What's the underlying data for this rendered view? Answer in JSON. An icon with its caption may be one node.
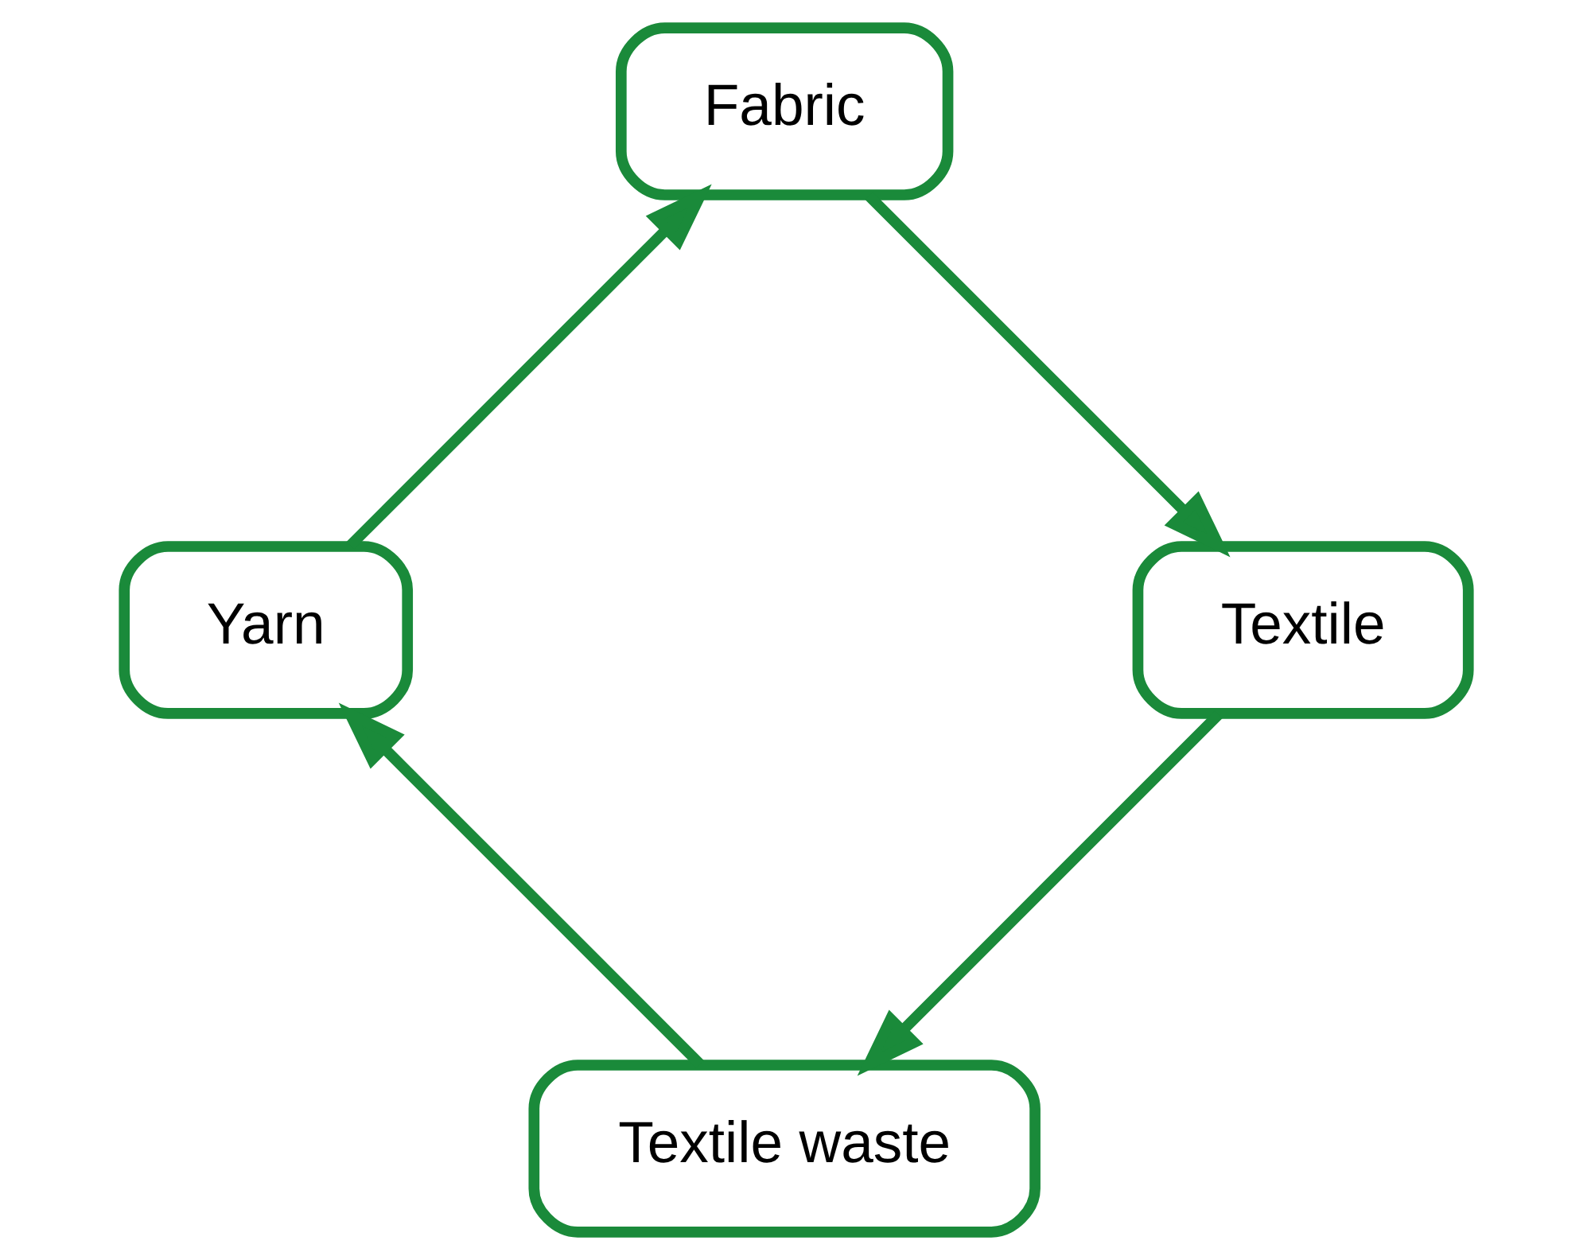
{
  "diagram": {
    "nodes": [
      {
        "text": [
          "Textile waste"
        ]
      },
      {
        "text": [
          "Yarn"
        ]
      },
      {
        "text": [
          "Fabric"
        ]
      },
      {
        "text": [
          "Textile"
        ]
      }
    ],
    "edges": [
      {
        "from": 0,
        "to": 1,
        "arrow": "to"
      },
      {
        "from": 1,
        "to": 2,
        "arrow": "to"
      },
      {
        "from": 2,
        "to": 3,
        "arrow": "to"
      },
      {
        "from": 3,
        "to": 0,
        "arrow": "to"
      }
    ]
  }
}
